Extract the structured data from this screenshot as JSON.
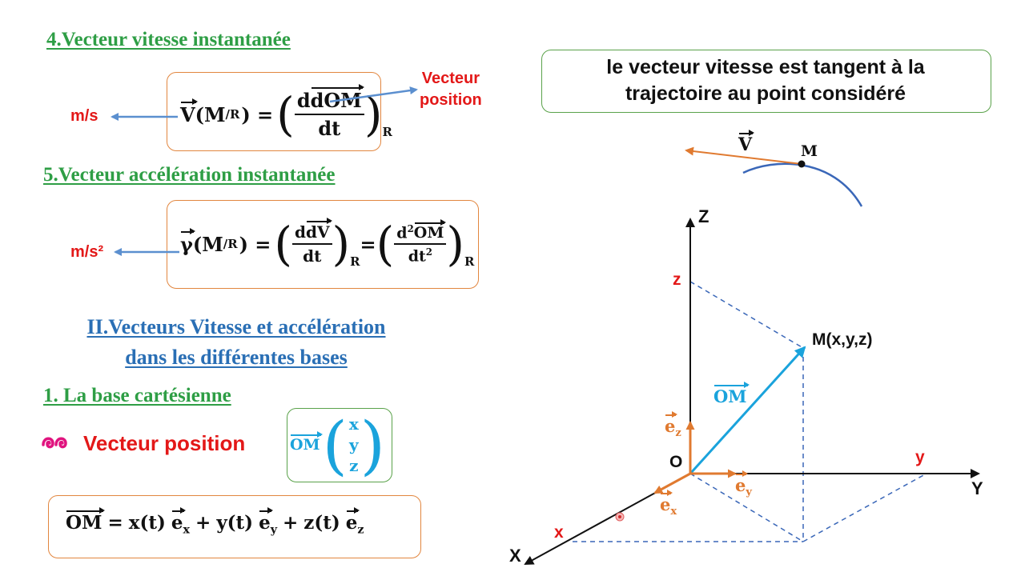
{
  "section4": {
    "title": "4.Vecteur vitesse instantanée",
    "unit": "m/s",
    "annotation_line1": "Vecteur",
    "annotation_line2": "position",
    "formula": {
      "lhs_vec": "V",
      "lhs_arg": "(M",
      "lhs_sub": "/R",
      "lhs_close": ") =",
      "num": "dOM",
      "den": "dt",
      "ref": "R"
    }
  },
  "section5": {
    "title": "5.Vecteur accélération instantanée",
    "unit": "m/s²",
    "formula": {
      "lhs_vec": "γ",
      "lhs_arg": "(M",
      "lhs_sub": "/R",
      "lhs_close": ") =",
      "num1": "dV",
      "den1": "dt",
      "ref1": "R",
      "eq": "=",
      "num2_d": "d",
      "num2_exp": "2",
      "num2_vec": "OM",
      "den2_base": "dt",
      "den2_exp": "2",
      "ref2": "R"
    }
  },
  "sectionII": {
    "title_line1": "II.Vecteurs Vitesse et accélération",
    "title_line2": "dans les différentes bases"
  },
  "section1": {
    "title": "1. La base cartésienne",
    "bullet_label": "Vecteur position",
    "bullet_icon": "swirl-icon",
    "matrix_vec": "OM",
    "matrix_components": [
      "x",
      "y",
      "z"
    ],
    "equation": {
      "lhs": "OM",
      "eq": "=",
      "t1": "x(t)",
      "e1": "e",
      "e1_sub": "x",
      "plus1": "+",
      "t2": "y(t)",
      "e2": "e",
      "e2_sub": "y",
      "plus2": "+",
      "t3": "z(t)",
      "e3": "e",
      "e3_sub": "z"
    }
  },
  "callout": {
    "line1": "le vecteur vitesse est tangent à la",
    "line2": "trajectoire au point considéré"
  },
  "tangent_diagram": {
    "vector_label": "V",
    "point_label": "M"
  },
  "axes_diagram": {
    "axis_Z": "Z",
    "axis_Y": "Y",
    "axis_X": "X",
    "origin": "O",
    "coord_z": "z",
    "coord_y": "y",
    "coord_x": "x",
    "point_label": "M(x,y,z)",
    "vector_label": "OM",
    "ez": "e",
    "ez_sub": "z",
    "ey": "e",
    "ey_sub": "y",
    "ex": "e",
    "ex_sub": "x"
  },
  "colors": {
    "heading_green": "#2e9e45",
    "heading_blue": "#2a6fb5",
    "accent_red": "#e31818",
    "box_orange": "#e2863f",
    "box_green": "#5aa24a",
    "vector_cyan": "#1aa3dc",
    "unit_vector_orange": "#e07a30",
    "arrow_blue": "#5b8fcf"
  }
}
